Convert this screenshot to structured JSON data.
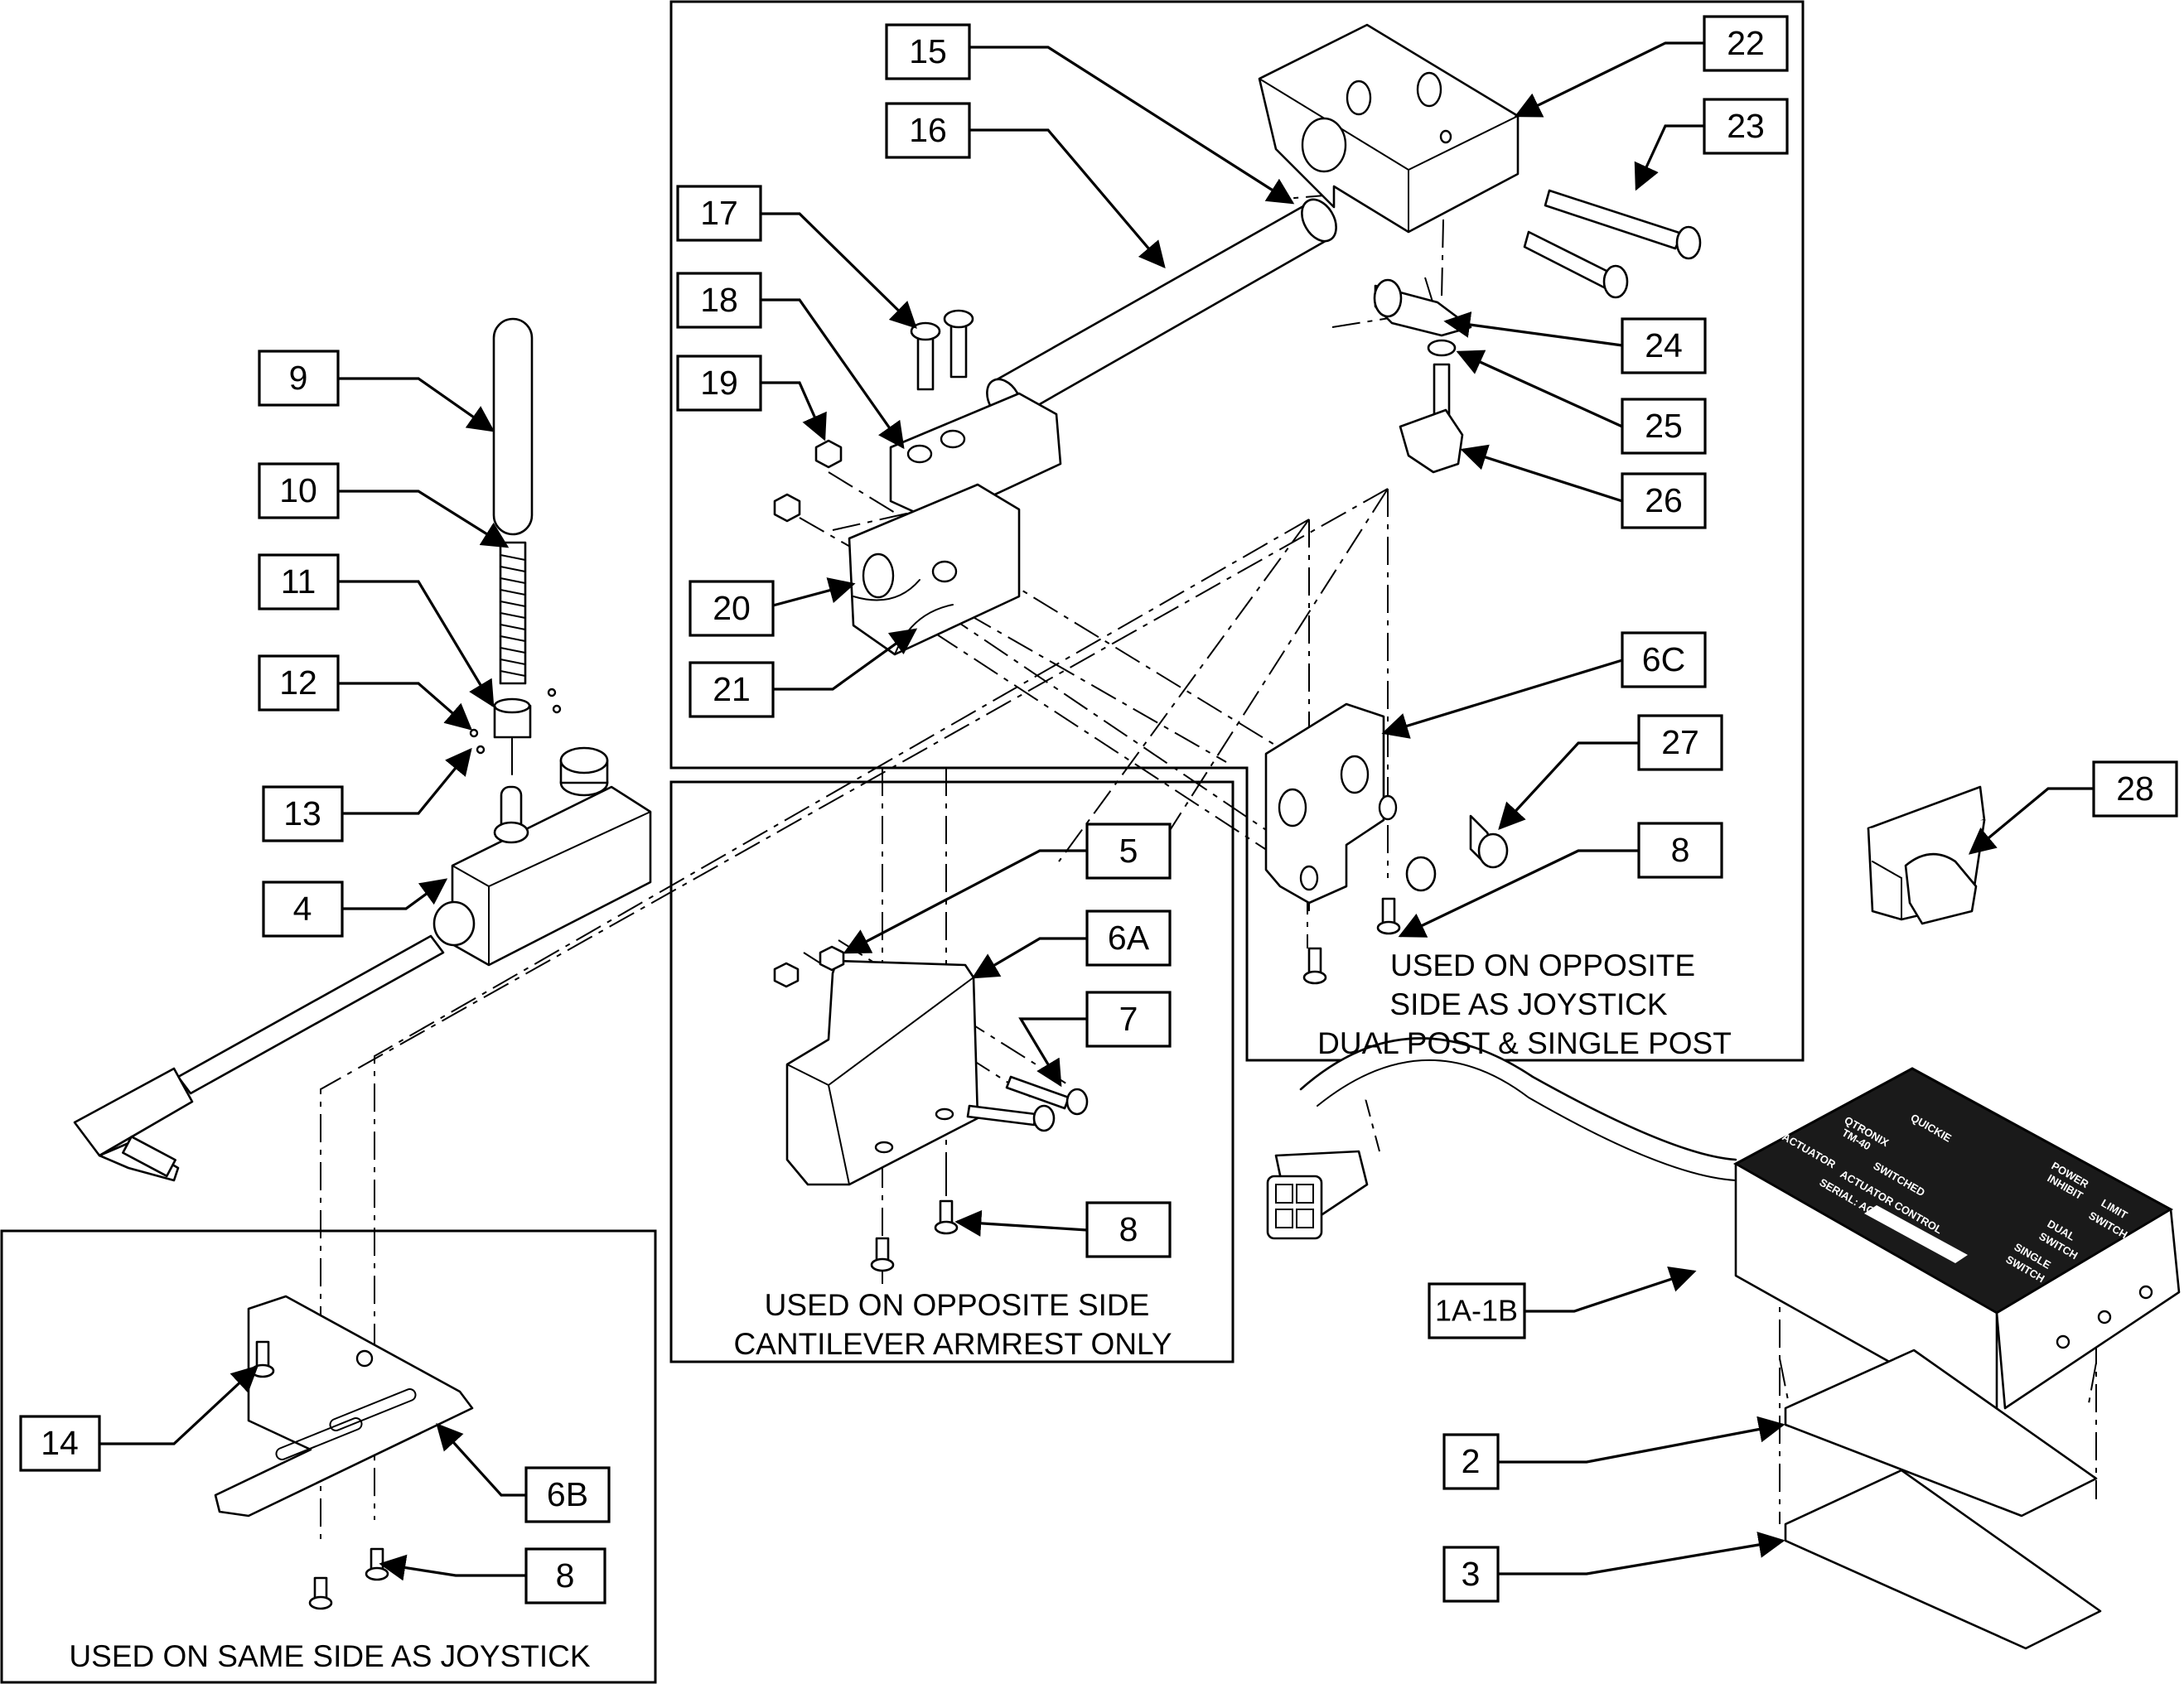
{
  "callouts": [
    {
      "id": "15",
      "label": "15"
    },
    {
      "id": "16",
      "label": "16"
    },
    {
      "id": "17",
      "label": "17"
    },
    {
      "id": "18",
      "label": "18"
    },
    {
      "id": "19",
      "label": "19"
    },
    {
      "id": "20",
      "label": "20"
    },
    {
      "id": "21",
      "label": "21"
    },
    {
      "id": "22",
      "label": "22"
    },
    {
      "id": "23",
      "label": "23"
    },
    {
      "id": "24",
      "label": "24"
    },
    {
      "id": "25",
      "label": "25"
    },
    {
      "id": "26",
      "label": "26"
    },
    {
      "id": "6C",
      "label": "6C"
    },
    {
      "id": "27",
      "label": "27"
    },
    {
      "id": "8c",
      "label": "8"
    },
    {
      "id": "9",
      "label": "9"
    },
    {
      "id": "10",
      "label": "10"
    },
    {
      "id": "11",
      "label": "11"
    },
    {
      "id": "12",
      "label": "12"
    },
    {
      "id": "13",
      "label": "13"
    },
    {
      "id": "4",
      "label": "4"
    },
    {
      "id": "5",
      "label": "5"
    },
    {
      "id": "6A",
      "label": "6A"
    },
    {
      "id": "7",
      "label": "7"
    },
    {
      "id": "8a",
      "label": "8"
    },
    {
      "id": "14",
      "label": "14"
    },
    {
      "id": "6B",
      "label": "6B"
    },
    {
      "id": "8b",
      "label": "8"
    },
    {
      "id": "28",
      "label": "28"
    },
    {
      "id": "1A-1B",
      "label": "1A-1B"
    },
    {
      "id": "2",
      "label": "2"
    },
    {
      "id": "3",
      "label": "3"
    }
  ],
  "notes": {
    "opposite_joystick": [
      "USED ON OPPOSITE",
      "SIDE AS JOYSTICK",
      "DUAL POST & SINGLE POST"
    ],
    "cantilever": [
      "USED ON OPPOSITE SIDE",
      "CANTILEVER  ARMREST ONLY"
    ],
    "same_side": "USED ON SAME SIDE AS JOYSTICK"
  },
  "module_labels": {
    "brand": "QUICKIE",
    "product": "QTRONIX",
    "model": "TM-40",
    "actuator": "ACTUATOR",
    "switched": "SWITCHED",
    "actuator_control": "ACTUATOR CONTROL",
    "serial": "SERIAL: AC",
    "power": "POWER",
    "inhibit": "INHIBIT",
    "limit": "LIMIT",
    "switch": "SWITCH",
    "dual": "DUAL",
    "dual_switch": "SWITCH",
    "single": "SINGLE",
    "single_switch": "SWITCH"
  }
}
